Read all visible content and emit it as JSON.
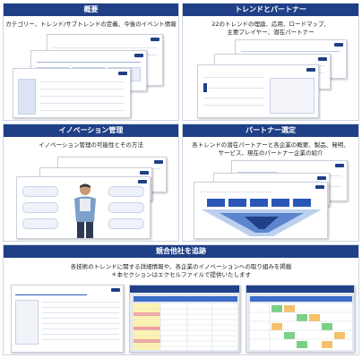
{
  "colors": {
    "header_bg": "#1f3f86",
    "accent": "#2a56b8",
    "panel_border": "#cfd6e4"
  },
  "panels": {
    "overview": {
      "title": "概要",
      "subtitle": "カテゴリー、トレンド/サブトレンドの定義、今後のイベント情報"
    },
    "trends_partners": {
      "title": "トレンドとパートナー",
      "subtitle_lines": [
        "22のトレンドの理論、応用、ロードマップ、",
        "主要プレイヤー、潜在パートナー"
      ]
    },
    "innovation": {
      "title": "イノベーション管理",
      "subtitle": "イノベーション管理の可能性とその方法"
    },
    "partner_selection": {
      "title": "パートナー選定",
      "subtitle_lines": [
        "各トレンドの潜在パートナーと各企業の概要、製品、発明、",
        "サービス、現在のパートナー企業の紹介"
      ]
    },
    "competitors": {
      "title": "競合他社を追跡",
      "subtitle_lines": [
        "各技術のトレンドに関する詳細情報や、各企業のイノベーションへの取り組みを掲載",
        "＊本セクションはエクセルファイルで提供いたします"
      ]
    }
  }
}
